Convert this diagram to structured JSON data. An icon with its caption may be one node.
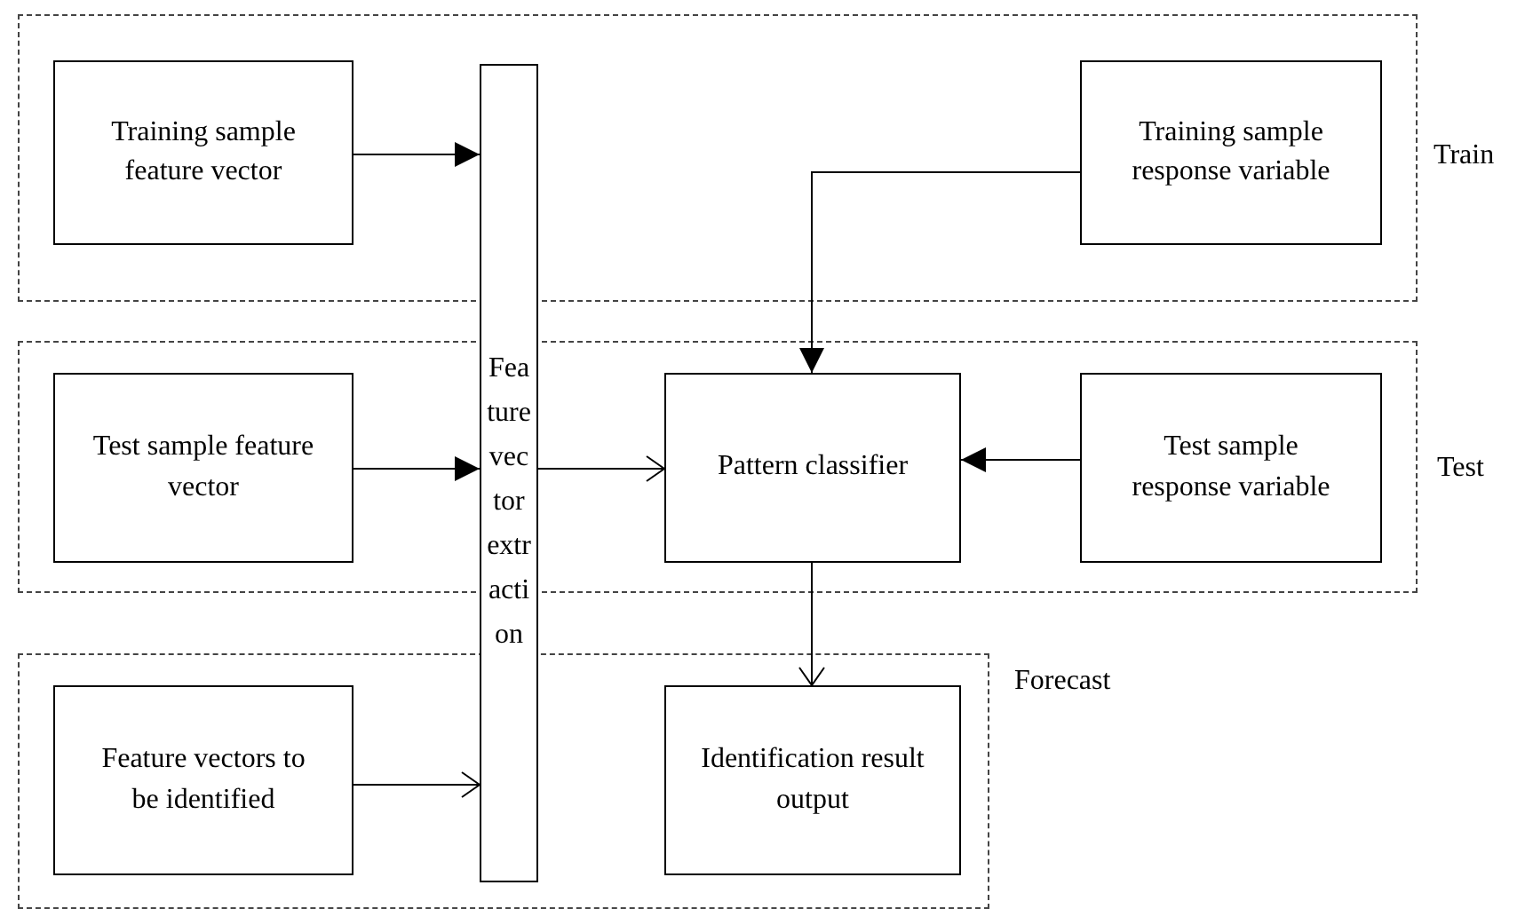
{
  "diagram": {
    "nodes": [
      {
        "text": [
          "Train"
        ]
      },
      {
        "text": [
          "Training sample feature vector"
        ],
        "in": 0
      },
      {
        "text": [
          "Feature vector extraction"
        ]
      },
      {
        "text": [
          "Training sample response variable"
        ],
        "in": 0
      },
      {
        "text": [
          "Test"
        ]
      },
      {
        "text": [
          "Test sample feature vector"
        ],
        "in": 4
      },
      {
        "text": [
          "Pattern classifier"
        ],
        "in": 4
      },
      {
        "text": [
          "Test sample response variable"
        ],
        "in": 4
      },
      {
        "text": [
          "Forecast"
        ]
      },
      {
        "text": [
          "Feature vectors to be identified"
        ],
        "in": 8
      },
      {
        "text": [
          "Identification result output"
        ],
        "in": 8
      }
    ],
    "edges": [
      {
        "from": 1,
        "to": 2,
        "arrow": "to"
      },
      {
        "from": 3,
        "to": 6,
        "arrow": "to"
      },
      {
        "from": 5,
        "to": 2,
        "arrow": "to"
      },
      {
        "from": 2,
        "to": 6,
        "arrow": "to"
      },
      {
        "from": 7,
        "to": 6,
        "arrow": "to"
      },
      {
        "from": 6,
        "to": 10,
        "arrow": "to"
      },
      {
        "from": 9,
        "to": 2,
        "arrow": "to"
      }
    ]
  }
}
